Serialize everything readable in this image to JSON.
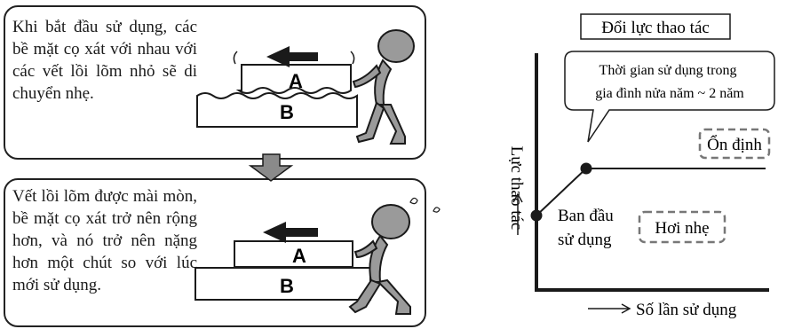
{
  "top_panel": {
    "text": "Khi bắt đầu sử dụng, các bề mặt cọ xát với nhau với các vết lồi lõm nhỏ sẽ di chuyển nhẹ.",
    "upper_block": "A",
    "lower_block": "B"
  },
  "bottom_panel": {
    "text": "Vết lồi lõm được mài mòn, bề mặt cọ xát trở nên rộng hơn, và nó trở nên nặng hơn một chút so với lúc mới sử dụng.",
    "upper_block": "A",
    "lower_block": "B"
  },
  "graph": {
    "title": "Đổi lực thao tác",
    "ylabel": "Lực thao tác",
    "xlabel": "Số lần sử dụng",
    "callout": [
      "Thời gian sử dụng trong",
      "gia đình nửa năm ~ 2 năm"
    ],
    "start_label": [
      "Ban đầu",
      "sử dụng"
    ],
    "stable_badge": "Ổn định",
    "light_badge": "Hơi nhẹ"
  },
  "colors": {
    "line": "#1a1a1a",
    "arrow_fill": "#8a8a8a",
    "badge_border": "#777777"
  }
}
